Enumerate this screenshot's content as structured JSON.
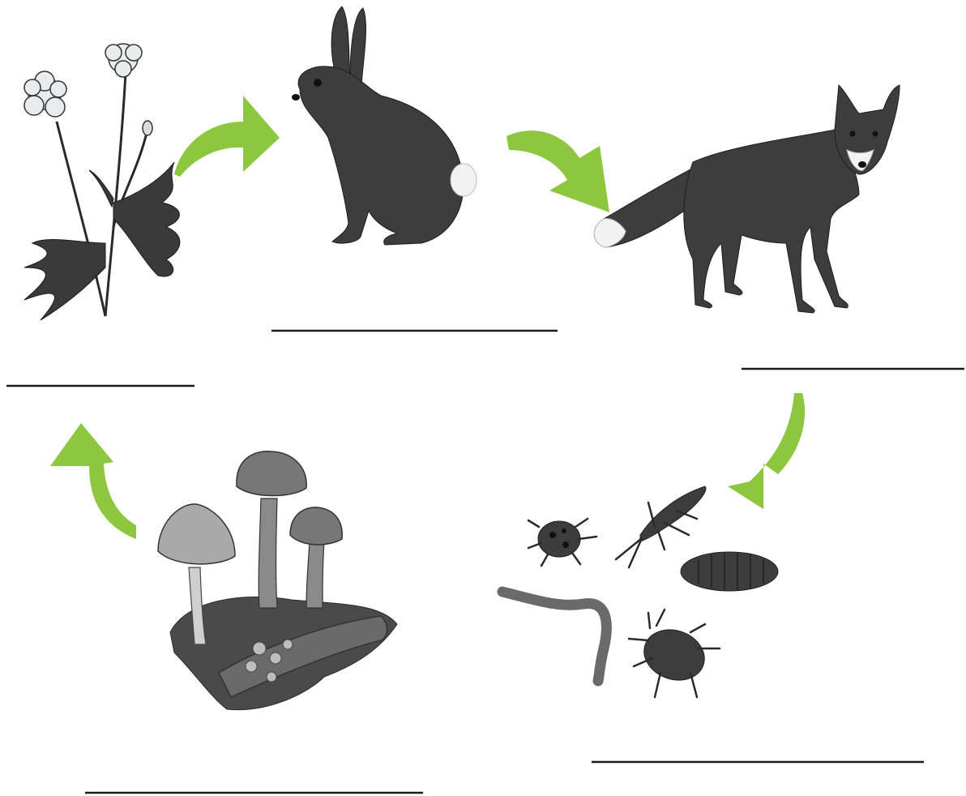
{
  "diagram": {
    "type": "food-chain-cycle",
    "organisms": [
      {
        "id": "plant",
        "icon": "buttercup-plant-icon"
      },
      {
        "id": "rabbit",
        "icon": "rabbit-icon"
      },
      {
        "id": "fox",
        "icon": "fox-icon"
      },
      {
        "id": "invertebrates",
        "icon": "invertebrates-icon"
      },
      {
        "id": "fungi",
        "icon": "mushrooms-icon"
      }
    ],
    "arrows": [
      {
        "from": "plant",
        "to": "rabbit"
      },
      {
        "from": "rabbit",
        "to": "fox"
      },
      {
        "from": "fox",
        "to": "invertebrates"
      },
      {
        "from": "invertebrates",
        "to": "fungi"
      },
      {
        "from": "fungi",
        "to": "plant"
      }
    ],
    "blanks": [
      {
        "for": "plant",
        "text": ""
      },
      {
        "for": "rabbit",
        "text": ""
      },
      {
        "for": "fox",
        "text": ""
      },
      {
        "for": "invertebrates",
        "text": ""
      },
      {
        "for": "fungi",
        "text": ""
      }
    ]
  },
  "colors": {
    "arrow": "#8dc63f",
    "ink": "#1a1a1a",
    "fur": "#3d3d3d",
    "fur_light": "#5a5a5a",
    "petal": "#e8ecec",
    "mushroom": "#777777",
    "moss": "#4a4a4a"
  }
}
